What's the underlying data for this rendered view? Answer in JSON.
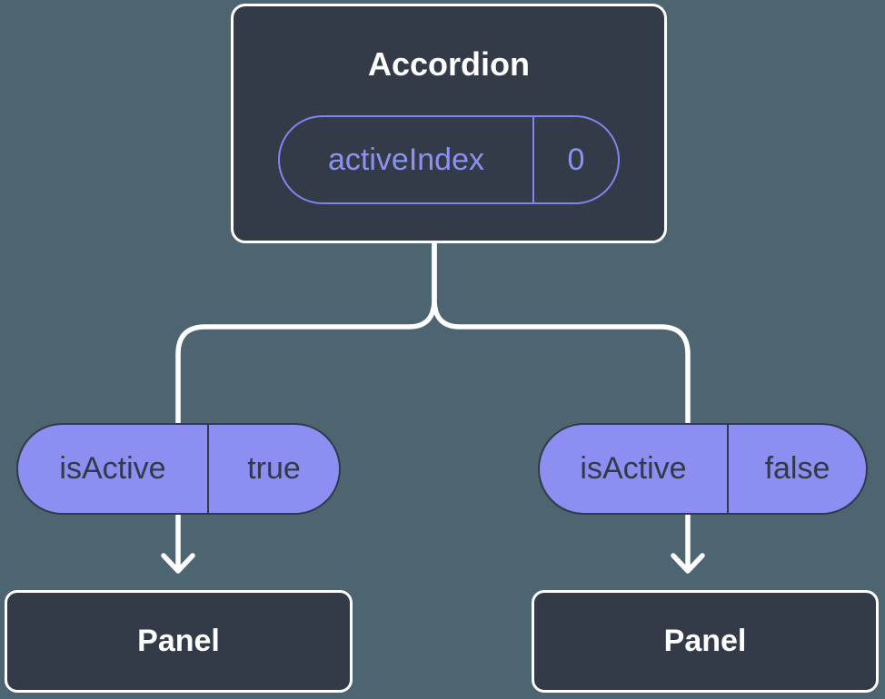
{
  "diagram": {
    "type": "component-tree",
    "description": "Accordion parent component passing isActive state down to two Panel children"
  },
  "colors": {
    "background": "#4d6570",
    "node_fill": "#343b48",
    "node_border": "#ffffff",
    "accent_purple": "#8185f0",
    "pill_fill": "#8c8ef1",
    "pill_dark_text": "#323a47",
    "connector": "#ffffff"
  },
  "accordion": {
    "title": "Accordion",
    "prop": {
      "name": "activeIndex",
      "value": "0"
    }
  },
  "children": [
    {
      "prop": {
        "name": "isActive",
        "value": "true"
      },
      "label": "Panel"
    },
    {
      "prop": {
        "name": "isActive",
        "value": "false"
      },
      "label": "Panel"
    }
  ]
}
